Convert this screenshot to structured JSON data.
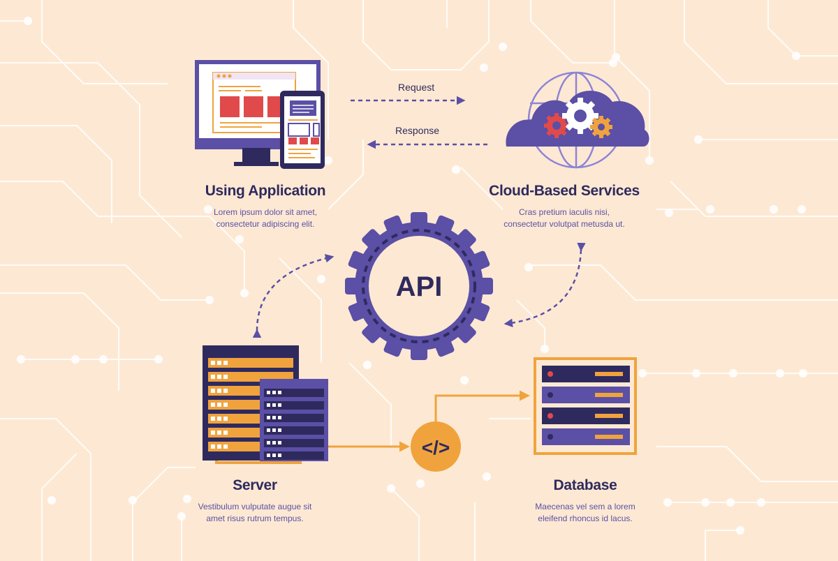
{
  "colors": {
    "background": "#fde9d3",
    "circuit": "#ffffff",
    "primary_purple": "#5b4fa6",
    "dark_navy": "#2f2a5e",
    "orange": "#f0a33d",
    "red": "#e04a4a"
  },
  "nodes": {
    "application": {
      "title": "Using Application",
      "desc_line1": "Lorem ipsum dolor sit amet,",
      "desc_line2": "consectetur adipiscing elit."
    },
    "cloud": {
      "title": "Cloud-Based Services",
      "desc_line1": "Cras pretium iaculis nisi,",
      "desc_line2": "consectetur volutpat metusda ut."
    },
    "api": {
      "label": "API"
    },
    "server": {
      "title": "Server",
      "desc_line1": "Vestibulum vulputate augue sit",
      "desc_line2": "amet risus rutrum tempus."
    },
    "database": {
      "title": "Database",
      "desc_line1": "Maecenas vel sem a lorem",
      "desc_line2": "eleifend rhoncus id lacus."
    },
    "code": {
      "label": "</>"
    }
  },
  "connections": {
    "request_label": "Request",
    "response_label": "Response"
  },
  "icons": {
    "application": "monitor-and-phone-icon",
    "cloud": "cloud-globe-gears-icon",
    "api": "gear-icon",
    "server": "server-rack-icon",
    "database": "database-rack-icon",
    "code": "code-brackets-icon"
  }
}
